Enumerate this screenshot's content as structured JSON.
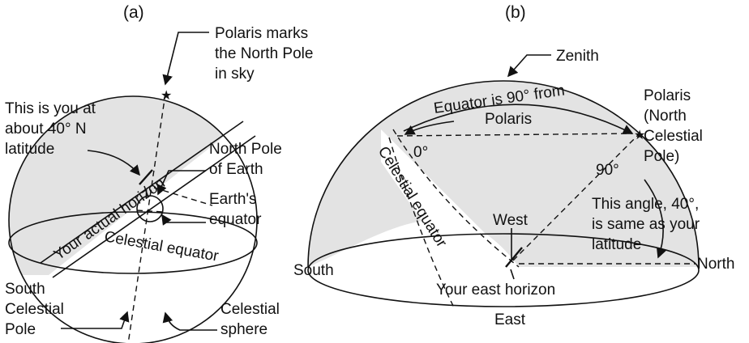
{
  "panel_a": {
    "label": "(a)",
    "polaris_marks": [
      "Polaris marks",
      "the North Pole",
      "in sky"
    ],
    "you_at": [
      "This is you at",
      "about 40° N",
      "latitude"
    ],
    "north_pole": [
      "North Pole",
      "of Earth"
    ],
    "earths_equator": [
      "Earth's",
      "equator"
    ],
    "horizon_label": "Your actual horizon",
    "celestial_equator": "Celestial equator",
    "south_pole": [
      "South",
      "Celestial",
      "Pole"
    ],
    "celestial_sphere": [
      "Celestial",
      "sphere"
    ]
  },
  "panel_b": {
    "label": "(b)",
    "zenith": "Zenith",
    "equator_90": [
      "Equator is 90° from",
      "Polaris"
    ],
    "polaris": [
      "Polaris",
      "(North",
      "Celestial",
      "Pole)"
    ],
    "zero_deg": "0°",
    "ninety_deg": "90°",
    "celestial_equator": "Celestial equator",
    "west": "West",
    "angle_note": [
      "This angle, 40°,",
      "is same as your",
      "latitude"
    ],
    "south": "South",
    "north": "North",
    "east_horizon": "Your east horizon",
    "east": "East"
  },
  "icons": {
    "star": "star-icon",
    "observer": "observer-icon"
  }
}
